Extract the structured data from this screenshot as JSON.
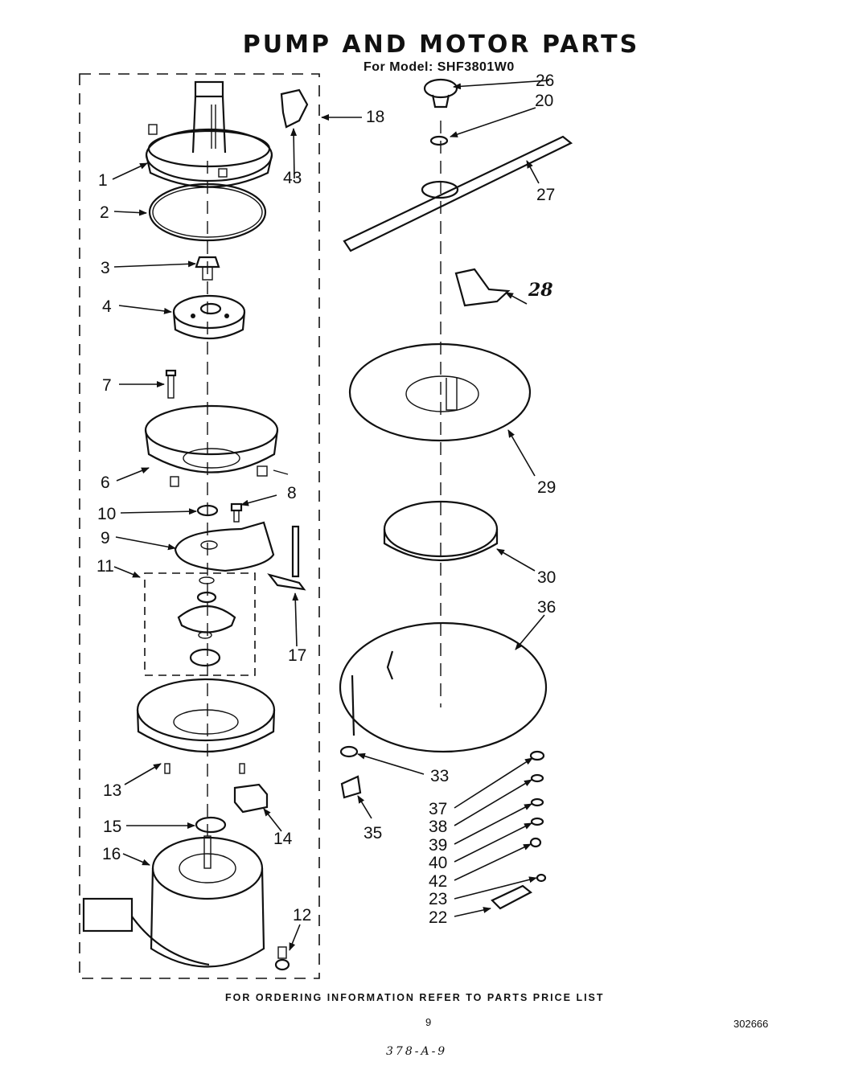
{
  "header": {
    "title": "PUMP AND MOTOR PARTS",
    "model_line": "For Model: SHF3801W0"
  },
  "callouts": {
    "p1": "1",
    "p2": "2",
    "p3": "3",
    "p4": "4",
    "p6": "6",
    "p7": "7",
    "p8": "8",
    "p9": "9",
    "p10": "10",
    "p11": "11",
    "p12": "12",
    "p13": "13",
    "p14": "14",
    "p15": "15",
    "p16": "16",
    "p17": "17",
    "p18": "18",
    "p20": "20",
    "p22": "22",
    "p23": "23",
    "p26": "26",
    "p27": "27",
    "p28": "28",
    "p29": "29",
    "p30": "30",
    "p33": "33",
    "p35": "35",
    "p36": "36",
    "p37": "37",
    "p38": "38",
    "p39": "39",
    "p40": "40",
    "p42": "42",
    "p43": "43"
  },
  "footer": {
    "ordering_note": "FOR ORDERING INFORMATION REFER TO PARTS PRICE LIST",
    "page_number": "9",
    "document_number": "302666",
    "handwritten_ref": "378-A-9"
  }
}
